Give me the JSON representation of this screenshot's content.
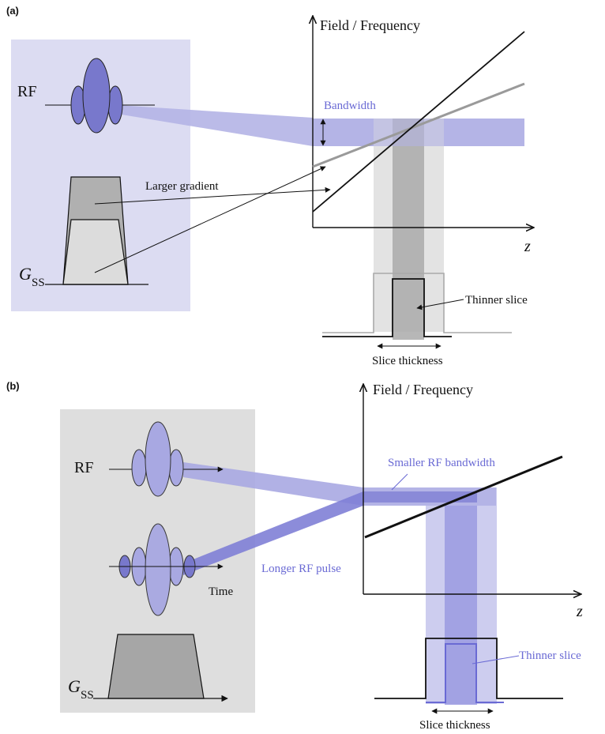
{
  "panel_a": {
    "letter": "(a)",
    "rf_label": "RF",
    "gss_label_main": "G",
    "gss_label_sub": "SS",
    "axis_y_label": "Field / Frequency",
    "axis_x_label": "z",
    "bandwidth_label": "Bandwidth",
    "larger_gradient_label": "Larger gradient",
    "thinner_slice_label": "Thinner slice",
    "slice_thickness_label": "Slice thickness"
  },
  "panel_b": {
    "letter": "(b)",
    "rf_label": "RF",
    "gss_label_main": "G",
    "gss_label_sub": "SS",
    "axis_y_label": "Field / Frequency",
    "axis_x_label": "z",
    "smaller_bw_label": "Smaller RF bandwidth",
    "longer_pulse_label": "Longer RF pulse",
    "time_label": "Time",
    "thinner_slice_label": "Thinner slice",
    "slice_thickness_label": "Slice thickness"
  },
  "colors": {
    "panel_a_bg": "#dcdcf2",
    "panel_b_bg": "#dedede",
    "rf_lobe_dark": "#7878cc",
    "rf_lobe_light": "#a8a8e2",
    "band_blue": "#b4b4e6",
    "band_blue_dark": "#8a8ad8",
    "gray_light": "#dedede",
    "gray_dark": "#aaaaaa",
    "annotation_blue": "#6a6ad4"
  }
}
